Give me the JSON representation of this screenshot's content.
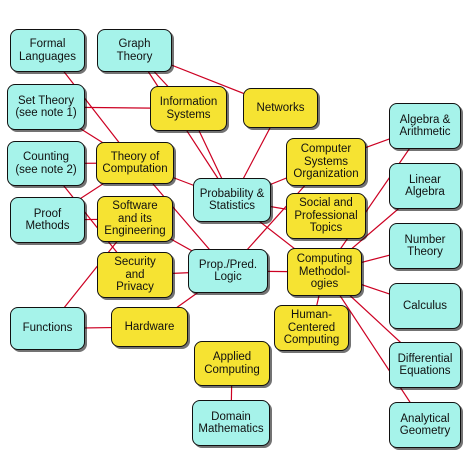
{
  "colors": {
    "cs_node": "#f6e332",
    "math_node": "#a6f3ea",
    "edge": "#cc0022",
    "border": "#111111"
  },
  "nodes": {
    "formal_languages": {
      "label": "Formal\nLanguages",
      "kind": "math"
    },
    "graph_theory": {
      "label": "Graph\nTheory",
      "kind": "math"
    },
    "set_theory": {
      "label": "Set Theory\n(see note 1)",
      "kind": "math"
    },
    "information_systems": {
      "label": "Information\nSystems",
      "kind": "cs"
    },
    "networks": {
      "label": "Networks",
      "kind": "cs"
    },
    "counting": {
      "label": "Counting\n(see note 2)",
      "kind": "math"
    },
    "theory_of_computation": {
      "label": "Theory of\nComputation",
      "kind": "cs"
    },
    "probability_statistics": {
      "label": "Probability &\nStatistics",
      "kind": "math"
    },
    "computer_systems_organization": {
      "label": "Computer\nSystems\nOrganization",
      "kind": "cs"
    },
    "algebra_arithmetic": {
      "label": "Algebra &\nArithmetic",
      "kind": "math"
    },
    "proof_methods": {
      "label": "Proof\nMethods",
      "kind": "math"
    },
    "software_engineering": {
      "label": "Software\nand its\nEngineering",
      "kind": "cs"
    },
    "social_professional_topics": {
      "label": "Social and\nProfessional\nTopics",
      "kind": "cs"
    },
    "linear_algebra": {
      "label": "Linear\nAlgebra",
      "kind": "math"
    },
    "security_privacy": {
      "label": "Security\nand\nPrivacy",
      "kind": "cs"
    },
    "prop_pred_logic": {
      "label": "Prop./Pred.\nLogic",
      "kind": "math"
    },
    "computing_methodologies": {
      "label": "Computing\nMethodol-\nogies",
      "kind": "cs"
    },
    "number_theory": {
      "label": "Number\nTheory",
      "kind": "math"
    },
    "functions": {
      "label": "Functions",
      "kind": "math"
    },
    "hardware": {
      "label": "Hardware",
      "kind": "cs"
    },
    "human_centered_computing": {
      "label": "Human-\nCentered\nComputing",
      "kind": "cs"
    },
    "calculus": {
      "label": "Calculus",
      "kind": "math"
    },
    "applied_computing": {
      "label": "Applied\nComputing",
      "kind": "cs"
    },
    "differential_equations": {
      "label": "Differential\nEquations",
      "kind": "math"
    },
    "domain_mathematics": {
      "label": "Domain\nMathematics",
      "kind": "math"
    },
    "analytical_geometry": {
      "label": "Analytical\nGeometry",
      "kind": "math"
    }
  },
  "edges": [
    [
      "formal_languages",
      "theory_of_computation"
    ],
    [
      "graph_theory",
      "information_systems"
    ],
    [
      "graph_theory",
      "networks"
    ],
    [
      "graph_theory",
      "probability_statistics"
    ],
    [
      "set_theory",
      "theory_of_computation"
    ],
    [
      "set_theory",
      "information_systems"
    ],
    [
      "counting",
      "theory_of_computation"
    ],
    [
      "proof_methods",
      "theory_of_computation"
    ],
    [
      "proof_methods",
      "software_engineering"
    ],
    [
      "information_systems",
      "probability_statistics"
    ],
    [
      "theory_of_computation",
      "probability_statistics"
    ],
    [
      "theory_of_computation",
      "prop_pred_logic"
    ],
    [
      "software_engineering",
      "prop_pred_logic"
    ],
    [
      "security_privacy",
      "prop_pred_logic"
    ],
    [
      "security_privacy",
      "counting"
    ],
    [
      "functions",
      "hardware"
    ],
    [
      "functions",
      "software_engineering"
    ],
    [
      "hardware",
      "prop_pred_logic"
    ],
    [
      "networks",
      "probability_statistics"
    ],
    [
      "probability_statistics",
      "computer_systems_organization"
    ],
    [
      "probability_statistics",
      "social_professional_topics"
    ],
    [
      "probability_statistics",
      "computing_methodologies"
    ],
    [
      "prop_pred_logic",
      "computing_methodologies"
    ],
    [
      "prop_pred_logic",
      "computer_systems_organization"
    ],
    [
      "computer_systems_organization",
      "algebra_arithmetic"
    ],
    [
      "computing_methodologies",
      "algebra_arithmetic"
    ],
    [
      "computing_methodologies",
      "linear_algebra"
    ],
    [
      "computing_methodologies",
      "number_theory"
    ],
    [
      "computing_methodologies",
      "calculus"
    ],
    [
      "computing_methodologies",
      "differential_equations"
    ],
    [
      "computing_methodologies",
      "analytical_geometry"
    ],
    [
      "human_centered_computing",
      "computing_methodologies"
    ],
    [
      "applied_computing",
      "domain_mathematics"
    ]
  ]
}
